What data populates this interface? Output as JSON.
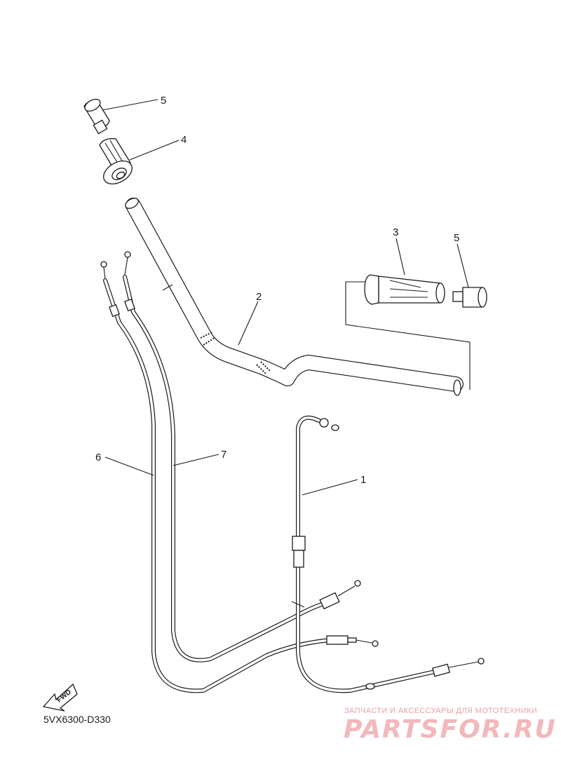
{
  "callouts": [
    "5",
    "4",
    "3",
    "5",
    "2",
    "1",
    "6",
    "7"
  ],
  "diagram_code": "5VX6300-D330",
  "fwd_label": "FWD",
  "watermark": {
    "tagline": "ЗАПЧАСТИ И АКСЕССУАРЫ ДЛЯ МОТОТЕХНИКИ",
    "brand": "PARTSFOR.RU"
  },
  "colors": {
    "ink": "#1a1a1a",
    "watermark": "#f2b8bb"
  }
}
